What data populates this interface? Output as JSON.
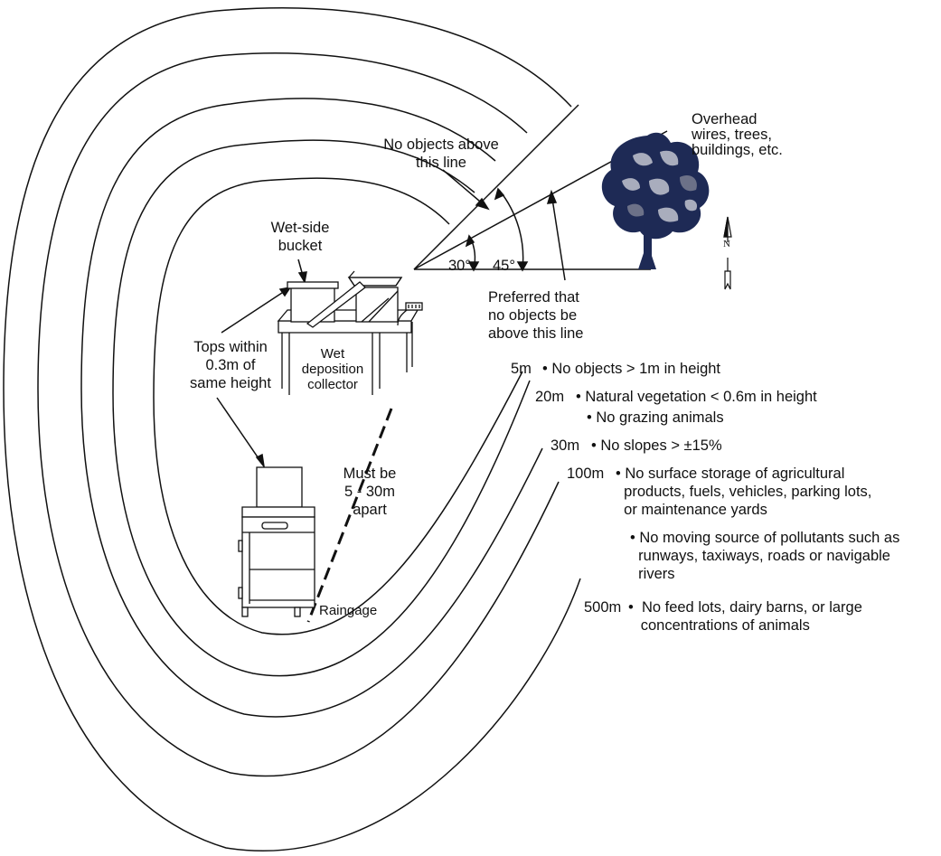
{
  "labels": {
    "no_objects_above": [
      "No objects above",
      "this line"
    ],
    "overhead": [
      "Overhead",
      "wires, trees,",
      "buildings, etc."
    ],
    "wet_side_bucket": [
      "Wet-side",
      "bucket"
    ],
    "angle_30": "30°",
    "angle_45": "45°",
    "preferred": [
      "Preferred that",
      "no objects be",
      "above this line"
    ],
    "tops_within": [
      "Tops within",
      "0.3m of",
      "same height"
    ],
    "wet_deposition_collector": [
      "Wet",
      "deposition",
      "collector"
    ],
    "must_be_apart": [
      "Must be",
      "5 - 30m",
      "apart"
    ],
    "raingage": "Raingage",
    "north": "N"
  },
  "zones": [
    {
      "distance": "5m",
      "rules": [
        "• No objects > 1m in height"
      ]
    },
    {
      "distance": "20m",
      "rules": [
        "• Natural vegetation < 0.6m in height",
        "• No grazing animals"
      ]
    },
    {
      "distance": "30m",
      "rules": [
        "• No slopes > ±15%"
      ]
    },
    {
      "distance": "100m",
      "rules": [
        "• No surface storage of agricultural\n  products, fuels, vehicles, parking lots,\n  or maintenance yards",
        "• No moving source of pollutants such as\n  runways, taxiways, roads or navigable\n  rivers"
      ]
    },
    {
      "distance": "500m",
      "rules": [
        "•  No feed lots, dairy barns, or large\n   concentrations of animals"
      ]
    }
  ],
  "colors": {
    "ink": "#111111",
    "tree_dark": "#1e2a55",
    "tree_light": "#a9adbd",
    "tree_mid": "#6c7188"
  }
}
